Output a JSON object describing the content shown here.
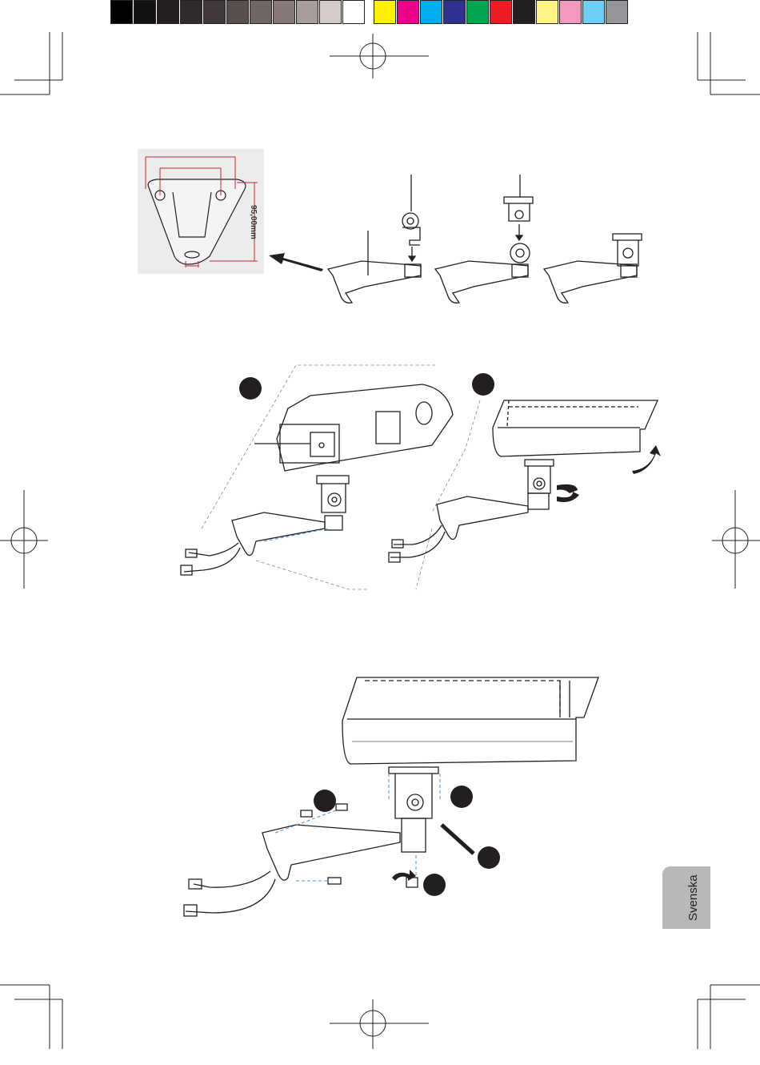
{
  "print_marks": {
    "color_bar": [
      "#000000",
      "#141112",
      "#231f20",
      "#302a2b",
      "#413839",
      "#58504f",
      "#6f6564",
      "#87797a",
      "#a89c9b",
      "#d3cccb",
      "#ffffff",
      "gap",
      "#fff200",
      "#ec008c",
      "#00aeef",
      "#2e3192",
      "#00a651",
      "#ed1c24",
      "#231f20",
      "#fff685",
      "#f49ac1",
      "#6dcff6",
      "#939598"
    ]
  },
  "figure1": {
    "dimension_label": "95,00mm"
  },
  "language_tab": {
    "label": "Svenska"
  },
  "colors": {
    "line": "#231f20",
    "dim_red": "#c1272d",
    "dashed_blue": "#4a90d9",
    "callout": "#231f20"
  }
}
